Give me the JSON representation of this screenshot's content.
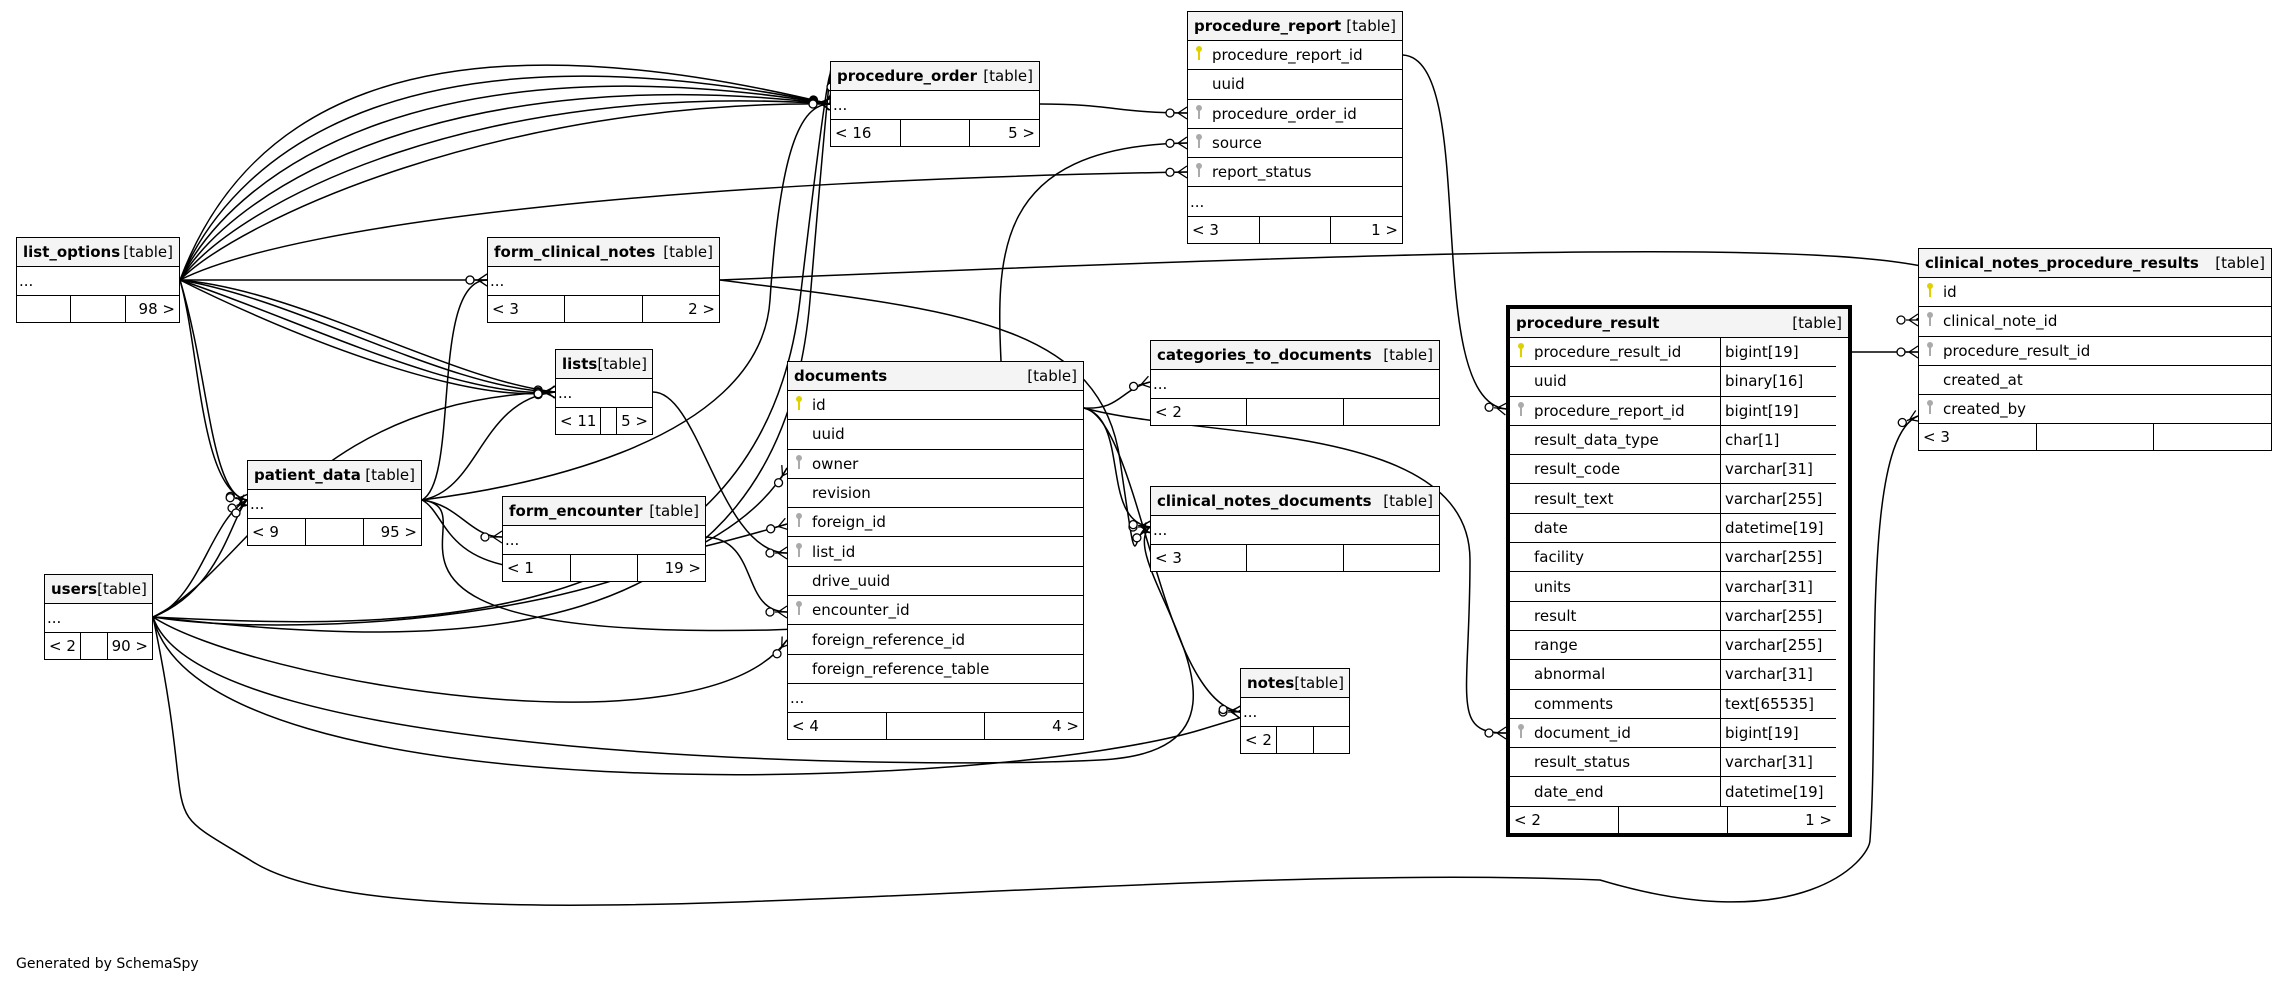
{
  "tables": [
    {
      "id": "procedure_report",
      "name": "procedure_report",
      "type": "[table]",
      "columns": [
        {
          "name": "procedure_report_id",
          "key": "pk"
        },
        {
          "name": "uuid"
        },
        {
          "name": "procedure_order_id",
          "key": "fk"
        },
        {
          "name": "source",
          "key": "fk"
        },
        {
          "name": "report_status",
          "key": "fk"
        },
        {
          "name": "...",
          "ellipsis": true
        }
      ],
      "footer": [
        "< 3",
        "",
        "1 >"
      ]
    },
    {
      "id": "procedure_order",
      "name": "procedure_order",
      "type": "[table]",
      "columns": [
        {
          "name": "...",
          "ellipsis": true
        }
      ],
      "footer": [
        "< 16",
        "",
        "5 >"
      ]
    },
    {
      "id": "list_options",
      "name": "list_options",
      "type": "[table]",
      "columns": [
        {
          "name": "...",
          "ellipsis": true
        }
      ],
      "footer": [
        "",
        "",
        "98 >"
      ]
    },
    {
      "id": "form_clinical_notes",
      "name": "form_clinical_notes",
      "type": "[table]",
      "columns": [
        {
          "name": "...",
          "ellipsis": true
        }
      ],
      "footer": [
        "< 3",
        "",
        "2 >"
      ]
    },
    {
      "id": "lists",
      "name": "lists",
      "type": "[table]",
      "columns": [
        {
          "name": "...",
          "ellipsis": true
        }
      ],
      "footer": [
        "< 11",
        "",
        "5 >"
      ]
    },
    {
      "id": "documents",
      "name": "documents",
      "type": "[table]",
      "columns": [
        {
          "name": "id",
          "key": "pk"
        },
        {
          "name": "uuid"
        },
        {
          "name": "owner",
          "key": "fk"
        },
        {
          "name": "revision"
        },
        {
          "name": "foreign_id",
          "key": "fk"
        },
        {
          "name": "list_id",
          "key": "fk"
        },
        {
          "name": "drive_uuid"
        },
        {
          "name": "encounter_id",
          "key": "fk"
        },
        {
          "name": "foreign_reference_id"
        },
        {
          "name": "foreign_reference_table"
        },
        {
          "name": "...",
          "ellipsis": true
        }
      ],
      "footer": [
        "< 4",
        "",
        "4 >"
      ]
    },
    {
      "id": "categories_to_documents",
      "name": "categories_to_documents",
      "type": "[table]",
      "columns": [
        {
          "name": "...",
          "ellipsis": true
        }
      ],
      "footer": [
        "< 2",
        "",
        ""
      ]
    },
    {
      "id": "clinical_notes_documents",
      "name": "clinical_notes_documents",
      "type": "[table]",
      "columns": [
        {
          "name": "...",
          "ellipsis": true
        }
      ],
      "footer": [
        "< 3",
        "",
        ""
      ]
    },
    {
      "id": "notes",
      "name": "notes",
      "type": "[table]",
      "columns": [
        {
          "name": "...",
          "ellipsis": true
        }
      ],
      "footer": [
        "< 2",
        "",
        ""
      ]
    },
    {
      "id": "patient_data",
      "name": "patient_data",
      "type": "[table]",
      "columns": [
        {
          "name": "...",
          "ellipsis": true
        }
      ],
      "footer": [
        "< 9",
        "",
        "95 >"
      ]
    },
    {
      "id": "form_encounter",
      "name": "form_encounter",
      "type": "[table]",
      "columns": [
        {
          "name": "...",
          "ellipsis": true
        }
      ],
      "footer": [
        "< 1",
        "",
        "19 >"
      ]
    },
    {
      "id": "users",
      "name": "users",
      "type": "[table]",
      "columns": [
        {
          "name": "...",
          "ellipsis": true
        }
      ],
      "footer": [
        "< 2",
        "",
        "90 >"
      ]
    },
    {
      "id": "procedure_result",
      "name": "procedure_result",
      "type": "[table]",
      "focus": true,
      "columns": [
        {
          "name": "procedure_result_id",
          "type": "bigint[19]",
          "key": "pk"
        },
        {
          "name": "uuid",
          "type": "binary[16]"
        },
        {
          "name": "procedure_report_id",
          "type": "bigint[19]",
          "key": "fk"
        },
        {
          "name": "result_data_type",
          "type": "char[1]"
        },
        {
          "name": "result_code",
          "type": "varchar[31]"
        },
        {
          "name": "result_text",
          "type": "varchar[255]"
        },
        {
          "name": "date",
          "type": "datetime[19]"
        },
        {
          "name": "facility",
          "type": "varchar[255]"
        },
        {
          "name": "units",
          "type": "varchar[31]"
        },
        {
          "name": "result",
          "type": "varchar[255]"
        },
        {
          "name": "range",
          "type": "varchar[255]"
        },
        {
          "name": "abnormal",
          "type": "varchar[31]"
        },
        {
          "name": "comments",
          "type": "text[65535]"
        },
        {
          "name": "document_id",
          "type": "bigint[19]",
          "key": "fk"
        },
        {
          "name": "result_status",
          "type": "varchar[31]"
        },
        {
          "name": "date_end",
          "type": "datetime[19]"
        }
      ],
      "footer": [
        "< 2",
        "",
        "1 >"
      ]
    },
    {
      "id": "clinical_notes_procedure_results",
      "name": "clinical_notes_procedure_results",
      "type": "[table]",
      "columns": [
        {
          "name": "id",
          "key": "pk"
        },
        {
          "name": "clinical_note_id",
          "key": "fk"
        },
        {
          "name": "procedure_result_id",
          "key": "fk"
        },
        {
          "name": "created_at"
        },
        {
          "name": "created_by",
          "key": "fk"
        }
      ],
      "footer": [
        "< 3",
        "",
        ""
      ]
    }
  ],
  "icons": {
    "pk": "primary-key-icon",
    "fk": "foreign-key-icon"
  },
  "colors": {
    "primary_key": "#e0d000",
    "foreign_key": "#aaaaaa",
    "header_bg": "#f4f4f4"
  },
  "footer_text": "Generated by SchemaSpy"
}
